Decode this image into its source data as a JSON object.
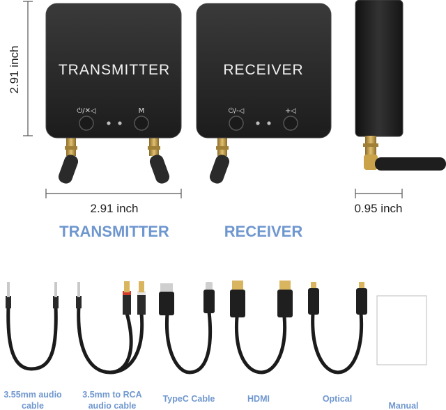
{
  "dimensions": {
    "height": "2.91 inch",
    "width": "2.91 inch",
    "depth": "0.95 inch"
  },
  "devices": {
    "transmitter": {
      "label": "TRANSMITTER",
      "buttons": [
        "⏻/✕◁",
        "M"
      ],
      "heading": "TRANSMITTER"
    },
    "receiver": {
      "label": "RECEIVER",
      "buttons": [
        "⏻/-◁",
        "+◁"
      ],
      "heading": "RECEIVER"
    }
  },
  "accessories": [
    {
      "line1": "3.55mm audio",
      "line2": "cable"
    },
    {
      "line1": "3.5mm to RCA",
      "line2": "audio cable"
    },
    {
      "line1": "TypeC Cable",
      "line2": ""
    },
    {
      "line1": "HDMI",
      "line2": ""
    },
    {
      "line1": "Optical",
      "line2": ""
    },
    {
      "line1": "Manual",
      "line2": ""
    }
  ],
  "colors": {
    "device_body": "#2b2b2b",
    "label_blue": "#6f97cf",
    "antenna_gold": "#c9a24a"
  }
}
